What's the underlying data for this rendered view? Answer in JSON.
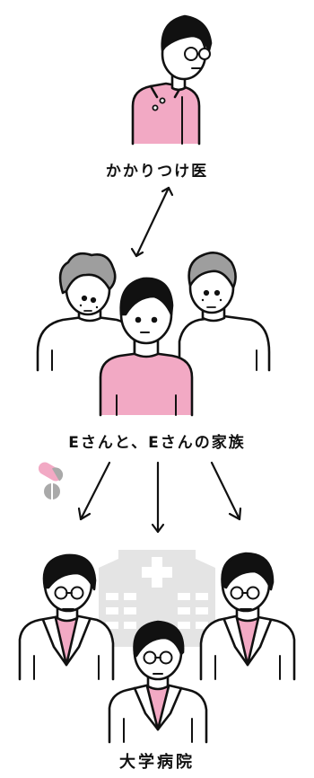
{
  "labels": {
    "family_doctor": "かかりつけ医",
    "patient_family": "Eさんと、Eさんの家族",
    "hospital": "大学病院"
  },
  "colors": {
    "pink": "#F2A9C4",
    "ink": "#111111",
    "gray": "#A9A9A9",
    "building": "#E4E4E4",
    "hair_gray": "#9E9E9E"
  },
  "icons": {
    "medicine": "medicine-icon",
    "hospital": "hospital-building-icon"
  }
}
